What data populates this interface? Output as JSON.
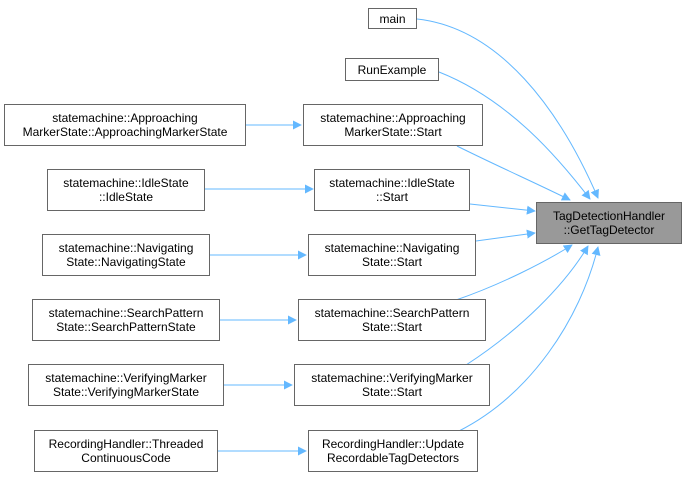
{
  "colors": {
    "edge": "#63b8ff",
    "node_border": "#666666",
    "target_fill": "#999999"
  },
  "target": {
    "line1": "TagDetectionHandler",
    "line2": "::GetTagDetector"
  },
  "callers": {
    "main": {
      "line1": "main"
    },
    "run_example": {
      "line1": "RunExample"
    },
    "approaching_start": {
      "line1": "statemachine::Approaching",
      "line2": "MarkerState::Start"
    },
    "idle_start": {
      "line1": "statemachine::IdleState",
      "line2": "::Start"
    },
    "navigating_start": {
      "line1": "statemachine::Navigating",
      "line2": "State::Start"
    },
    "search_start": {
      "line1": "statemachine::SearchPattern",
      "line2": "State::Start"
    },
    "verifying_start": {
      "line1": "statemachine::VerifyingMarker",
      "line2": "State::Start"
    },
    "recording_update": {
      "line1": "RecordingHandler::Update",
      "line2": "RecordableTagDetectors"
    }
  },
  "second_level": {
    "approaching_ctor": {
      "line1": "statemachine::Approaching",
      "line2": "MarkerState::ApproachingMarkerState"
    },
    "idle_ctor": {
      "line1": "statemachine::IdleState",
      "line2": "::IdleState"
    },
    "navigating_ctor": {
      "line1": "statemachine::Navigating",
      "line2": "State::NavigatingState"
    },
    "search_ctor": {
      "line1": "statemachine::SearchPattern",
      "line2": "State::SearchPatternState"
    },
    "verifying_ctor": {
      "line1": "statemachine::VerifyingMarker",
      "line2": "State::VerifyingMarkerState"
    },
    "recording_threaded": {
      "line1": "RecordingHandler::Threaded",
      "line2": "ContinuousCode"
    }
  }
}
